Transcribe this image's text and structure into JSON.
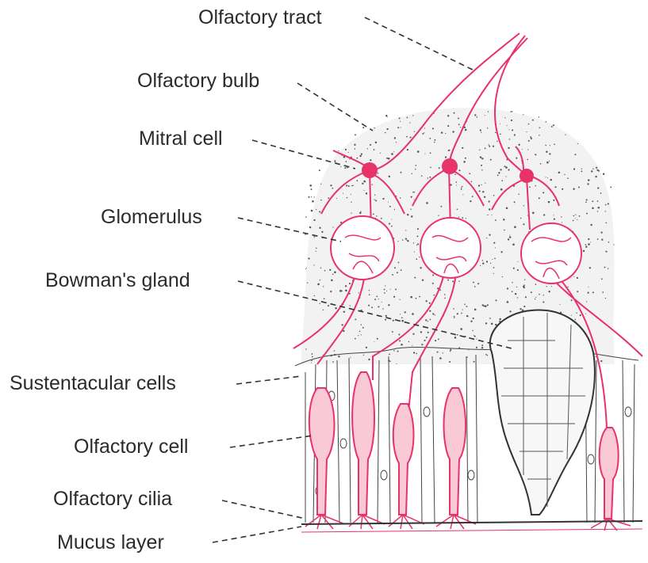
{
  "labels": {
    "tract": "Olfactory tract",
    "bulb": "Olfactory bulb",
    "mitral": "Mitral cell",
    "glomerulus": "Glomerulus",
    "bowman": "Bowman's gland",
    "sustentacular": "Sustentacular cells",
    "olfactory_cell": "Olfactory cell",
    "cilia": "Olfactory cilia",
    "mucus": "Mucus layer"
  },
  "colors": {
    "neuron": "#e8326a",
    "ink": "#333333",
    "stipple": "#555555"
  }
}
